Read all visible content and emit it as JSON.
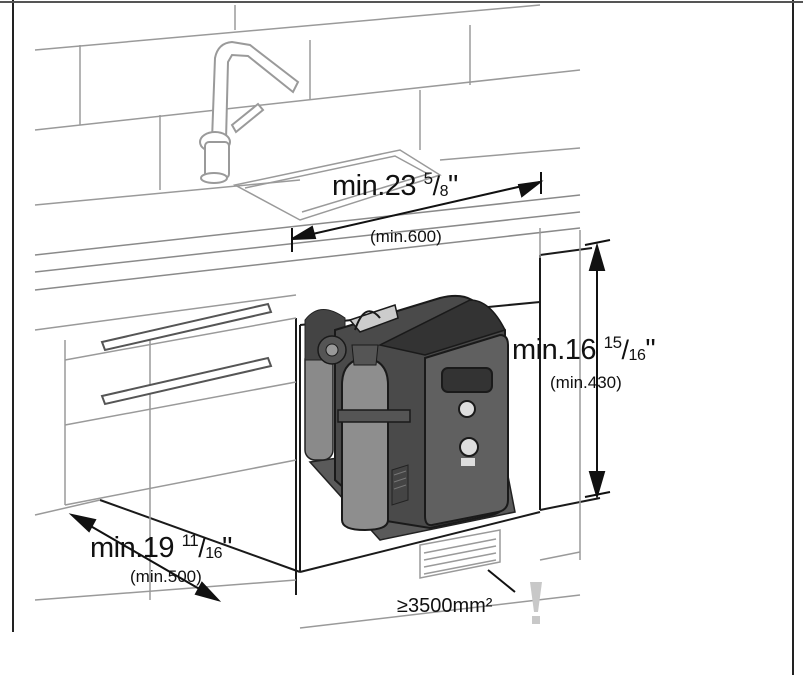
{
  "dimensions": {
    "width": {
      "main": "min.23",
      "frac_num": "5",
      "frac_den": "8",
      "unit": "\"",
      "metric": "(min.600)"
    },
    "height": {
      "main": "min.16",
      "frac_num": "15",
      "frac_den": "16",
      "unit": "\"",
      "metric": "(min.430)"
    },
    "depth": {
      "main": "min.19",
      "frac_num": "11",
      "frac_den": "16",
      "unit": "\"",
      "metric": "(min.500)"
    }
  },
  "ventilation": {
    "label": "≥3500mm²"
  },
  "colors": {
    "line": "#1a1a1a",
    "light_line": "#9a9a9a",
    "device_dark": "#3c3c3c",
    "device_mid": "#5a5a5a",
    "cylinder": "#8e8e8e",
    "warning": "#c8c8c8"
  }
}
